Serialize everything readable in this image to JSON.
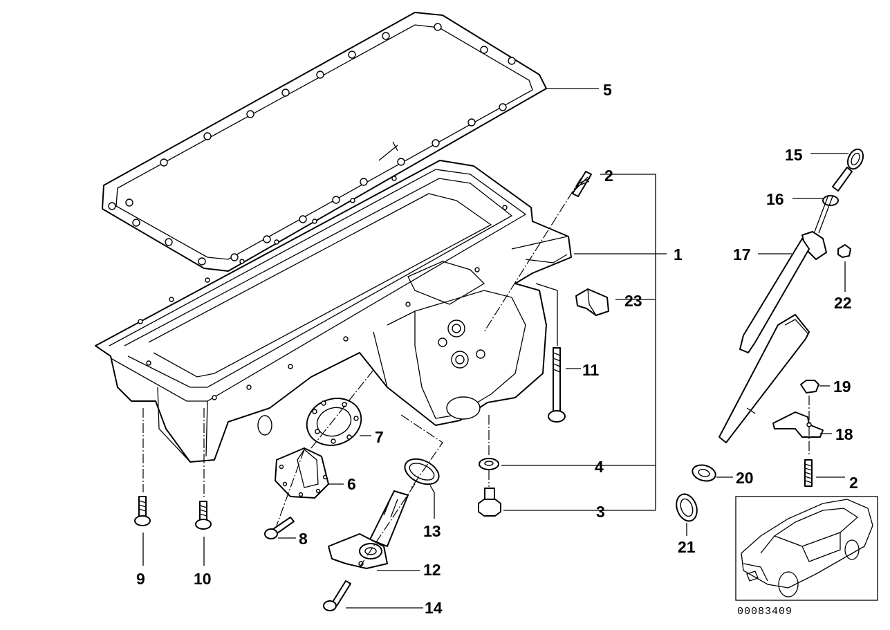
{
  "diagram": {
    "reference_number": "00083409",
    "callouts": {
      "c1": "1",
      "c2a": "2",
      "c2b": "2",
      "c3": "3",
      "c4": "4",
      "c5": "5",
      "c6": "6",
      "c7": "7",
      "c8": "8",
      "c9": "9",
      "c10": "10",
      "c11": "11",
      "c12": "12",
      "c13": "13",
      "c14": "14",
      "c15": "15",
      "c16": "16",
      "c17": "17",
      "c18": "18",
      "c19": "19",
      "c20": "20",
      "c21": "21",
      "c22": "22",
      "c23": "23"
    }
  }
}
